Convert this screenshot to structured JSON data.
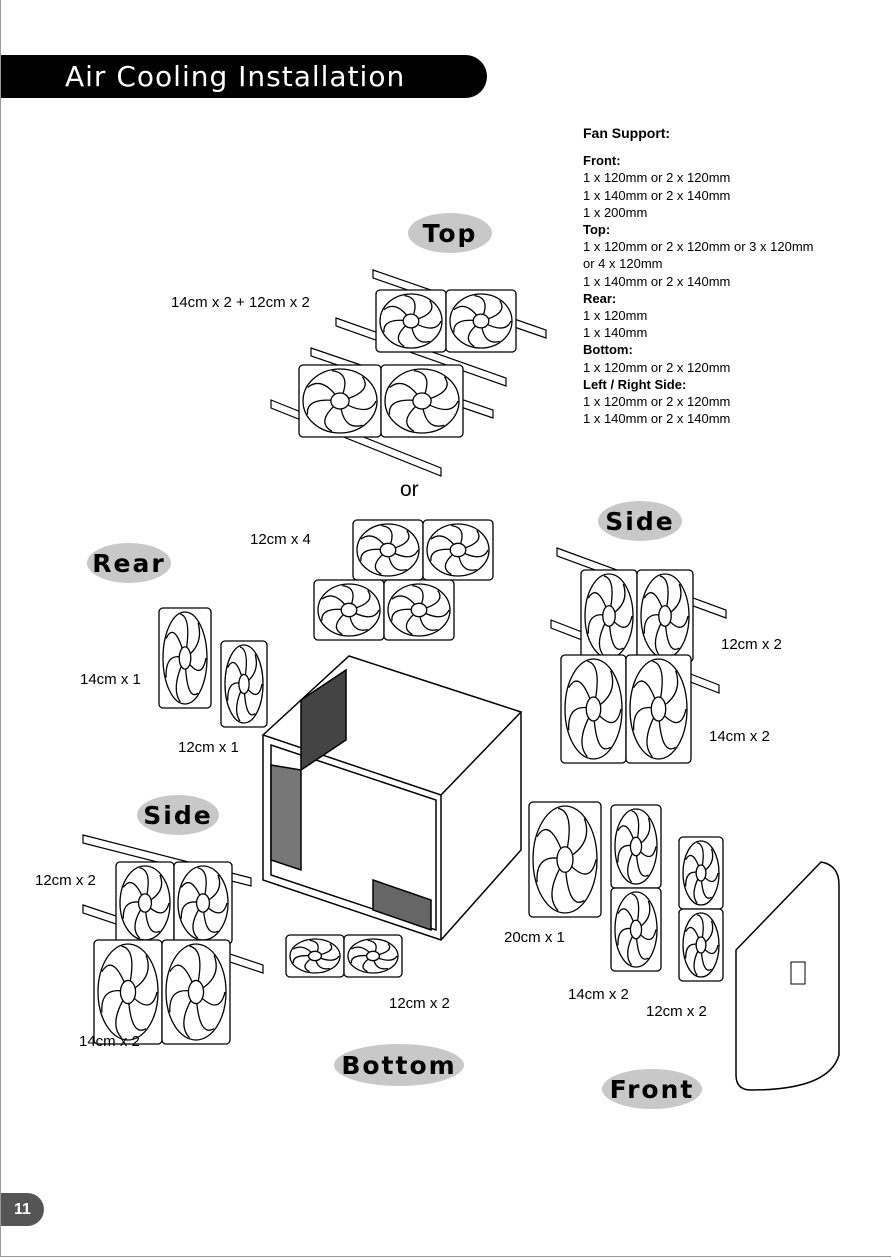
{
  "header": {
    "title": "Air Cooling Installation"
  },
  "fan_support": {
    "title": "Fan Support:",
    "sections": [
      {
        "heading": "Front:",
        "lines": [
          "1 x 120mm or 2 x 120mm",
          "1 x 140mm or 2 x 140mm",
          "1 x 200mm"
        ]
      },
      {
        "heading": "Top:",
        "lines": [
          "1 x 120mm or 2 x 120mm or 3 x 120mm",
          "or 4 x 120mm",
          "1 x 140mm or 2 x 140mm"
        ]
      },
      {
        "heading": "Rear:",
        "lines": [
          "1 x 120mm",
          "1 x 140mm"
        ]
      },
      {
        "heading": "Bottom:",
        "lines": [
          "1 x 120mm or 2 x 120mm"
        ]
      },
      {
        "heading": "Left / Right Side:",
        "lines": [
          "1 x 120mm or 2 x 120mm",
          "1 x 140mm or 2 x 140mm"
        ]
      }
    ]
  },
  "positions": {
    "top": "Top",
    "side_right": "Side",
    "rear": "Rear",
    "side_left": "Side",
    "bottom": "Bottom",
    "front": "Front"
  },
  "labels": {
    "top_combo": "14cm x 2 + 12cm x 2",
    "or": "or",
    "top_alt": "12cm x 4",
    "rear_140": "14cm x 1",
    "rear_120": "12cm x 1",
    "side_r_120": "12cm x 2",
    "side_r_140": "14cm x 2",
    "side_l_120": "12cm x 2",
    "side_l_140": "14cm x 2",
    "front_200": "20cm x 1",
    "bottom_120": "12cm x 2",
    "front_140": "14cm x 2",
    "front_120": "12cm x 2"
  },
  "page_number": "11"
}
